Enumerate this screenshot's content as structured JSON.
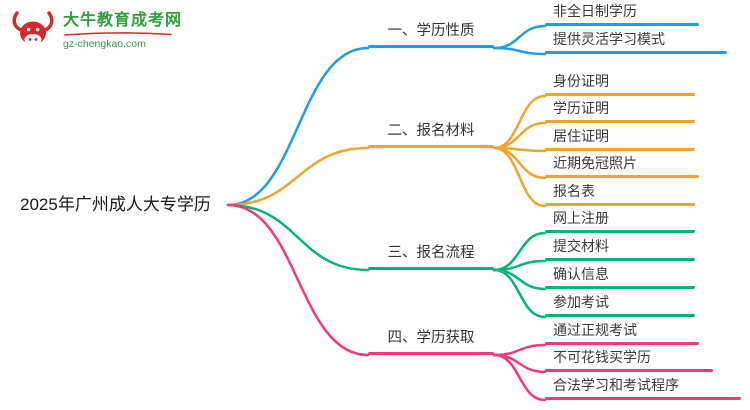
{
  "logo": {
    "title": "大牛教育成考网",
    "url": "gz-chengkao.com"
  },
  "colors": {
    "brand_red": "#d9272e",
    "brand_green": "#2f9e3c"
  },
  "root": {
    "label": "2025年广州成人大专学历"
  },
  "branches": [
    {
      "label": "一、学历性质",
      "color": "#1e9deb",
      "children": [
        {
          "label": "非全日制学历"
        },
        {
          "label": "提供灵活学习模式"
        }
      ]
    },
    {
      "label": "二、报名材料",
      "color": "#efa42e",
      "children": [
        {
          "label": "身份证明"
        },
        {
          "label": "学历证明"
        },
        {
          "label": "居住证明"
        },
        {
          "label": "近期免冠照片"
        },
        {
          "label": "报名表"
        }
      ]
    },
    {
      "label": "三、报名流程",
      "color": "#00b578",
      "children": [
        {
          "label": "网上注册"
        },
        {
          "label": "提交材料"
        },
        {
          "label": "确认信息"
        },
        {
          "label": "参加考试"
        }
      ]
    },
    {
      "label": "四、学历获取",
      "color": "#f53879",
      "children": [
        {
          "label": "通过正规考试"
        },
        {
          "label": "不可花钱买学历"
        },
        {
          "label": "合法学习和考试程序"
        }
      ]
    }
  ]
}
